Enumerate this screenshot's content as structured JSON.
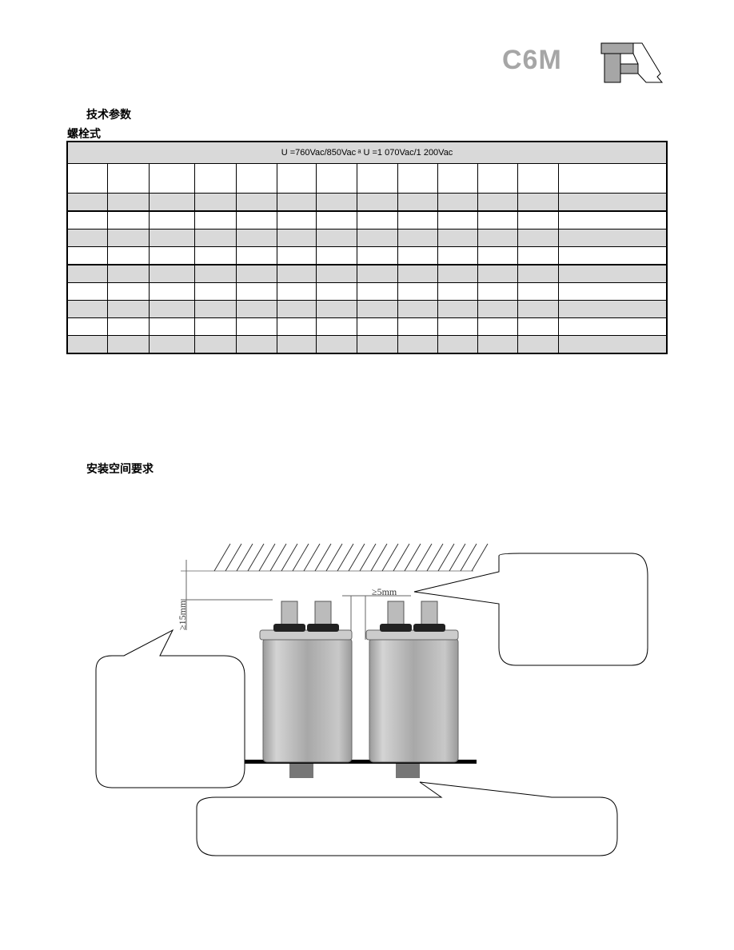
{
  "header": {
    "model": "C6M",
    "logo": "TA logo"
  },
  "sections": {
    "tech_params": "技术参数",
    "bolt_type": "螺栓式",
    "install_space": "安装空间要求"
  },
  "table": {
    "title": "U    =760Vac/850Vac ᵃ   U  =1 070Vac/1 200Vac",
    "columns": 13,
    "rows": 9
  },
  "diagram": {
    "gap_label": "≥5mm",
    "top_label": "≥15mm"
  }
}
